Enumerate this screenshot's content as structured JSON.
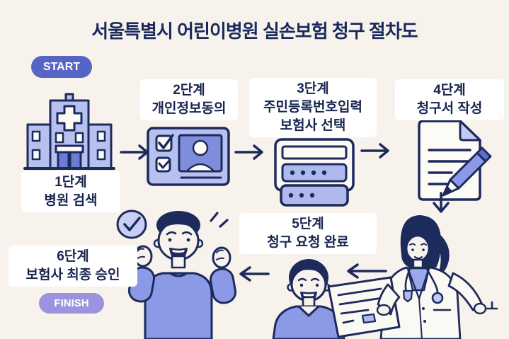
{
  "title": "서울특별시 어린이병원 실손보험 청구 절차도",
  "badges": {
    "start": "START",
    "finish": "FINISH"
  },
  "steps": [
    {
      "label": "1단계",
      "desc": "병원 검색",
      "icon": "hospital-building-icon"
    },
    {
      "label": "2단계",
      "desc": "개인정보동의",
      "icon": "consent-checklist-icon"
    },
    {
      "label": "3단계",
      "desc": "주민등록번호입력",
      "desc2": "보험사 선택",
      "icon": "insurer-select-form-icon"
    },
    {
      "label": "4단계",
      "desc": "청구서 작성",
      "icon": "claim-document-pencil-icon"
    },
    {
      "label": "5단계",
      "desc": "청구 요청 완료",
      "icon": "patient-boy-illustration"
    },
    {
      "label": "6단계",
      "desc": "보험사 최종 승인",
      "icon": "celebrating-man-illustration"
    }
  ],
  "colors": {
    "background": "#f7f3ec",
    "navy": "#1d2a5c",
    "periwinkle": "#8b99e6",
    "light_periwinkle": "#b7c1ef",
    "dark_periwinkle": "#6b7bd6",
    "start_badge": "#5664c4",
    "finish_badge": "#9c93de",
    "check_circle_fill": "#c9cef5",
    "paper_white": "#fdfbf6"
  }
}
